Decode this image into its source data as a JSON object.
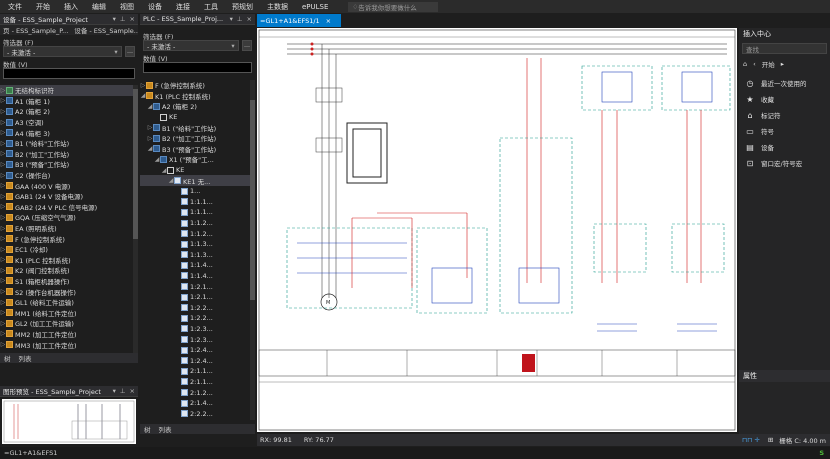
{
  "menu": {
    "items": [
      "文件",
      "开始",
      "插入",
      "编辑",
      "视图",
      "设备",
      "连接",
      "工具",
      "预规划",
      "主数据",
      "ePULSE"
    ],
    "search_placeholder": "告诉我你想要做什么"
  },
  "left_panel": {
    "title": "设备 - ESS_Sample_Project",
    "subtabs": [
      "页 - ESS_Sample_P...",
      "设备 - ESS_Sample..."
    ],
    "filter_label": "筛选器 (F)",
    "filter_value": "- 未激活 -",
    "value_label": "数值 (V)",
    "tree": [
      {
        "icon": "green",
        "label": "无结构标识符",
        "sel": true
      },
      {
        "icon": "blue",
        "label": "A1 (箱柜 1)"
      },
      {
        "icon": "blue",
        "label": "A2 (箱柜 2)"
      },
      {
        "icon": "blue",
        "label": "A3 (空调)"
      },
      {
        "icon": "blue",
        "label": "A4 (箱柜 3)"
      },
      {
        "icon": "blue",
        "label": "B1 (\"给料\"工作站)"
      },
      {
        "icon": "blue",
        "label": "B2 (\"加工\"工作站)"
      },
      {
        "icon": "blue",
        "label": "B3 (\"预备\"工作站)"
      },
      {
        "icon": "blue",
        "label": "C2 (操作台)"
      },
      {
        "icon": "orange",
        "label": "GAA (400 V 电源)"
      },
      {
        "icon": "orange",
        "label": "GAB1 (24 V 设备电源)"
      },
      {
        "icon": "orange",
        "label": "GAB2 (24 V PLC 信号电源)"
      },
      {
        "icon": "orange",
        "label": "GQA (压缩空气气源)"
      },
      {
        "icon": "orange",
        "label": "EA (照明系统)"
      },
      {
        "icon": "orange",
        "label": "F (急停控制系统)"
      },
      {
        "icon": "orange",
        "label": "EC1 (冷却)"
      },
      {
        "icon": "orange",
        "label": "K1 (PLC 控制系统)"
      },
      {
        "icon": "orange",
        "label": "K2 (阀门控制系统)"
      },
      {
        "icon": "orange",
        "label": "S1 (箱柜机器操作)"
      },
      {
        "icon": "orange",
        "label": "S2 (操作台机器操作)"
      },
      {
        "icon": "orange",
        "label": "GL1 (给料工件运输)"
      },
      {
        "icon": "orange",
        "label": "MM1 (给料工件定位)"
      },
      {
        "icon": "orange",
        "label": "GL2 (加工工件运输)"
      },
      {
        "icon": "orange",
        "label": "MM2 (加工工件定位)"
      },
      {
        "icon": "orange",
        "label": "MM3 (加工工件定位)"
      }
    ],
    "bottom_tabs": [
      "树",
      "列表"
    ]
  },
  "preview_panel": {
    "title": "图形预览 - ESS_Sample_Project"
  },
  "plc_panel": {
    "title": "PLC - ESS_Sample_Proj...",
    "filter_label": "筛选器 (F)",
    "filter_value": "- 未激活 -",
    "value_label": "数值 (V)",
    "tree": [
      {
        "indent": 0,
        "exp": "▷",
        "icon": "orange",
        "label": "F (急停控制系统)"
      },
      {
        "indent": 0,
        "exp": "◢",
        "icon": "orange",
        "label": "K1 (PLC 控制系统)"
      },
      {
        "indent": 1,
        "exp": "◢",
        "icon": "blue",
        "label": "A2 (箱柜 2)"
      },
      {
        "indent": 2,
        "exp": "",
        "icon": "frame",
        "label": "KE"
      },
      {
        "indent": 1,
        "exp": "▷",
        "icon": "blue",
        "label": "B1 (\"给料\"工作站)"
      },
      {
        "indent": 1,
        "exp": "▷",
        "icon": "blue",
        "label": "B2 (\"加工\"工作站)"
      },
      {
        "indent": 1,
        "exp": "◢",
        "icon": "blue",
        "label": "B3 (\"预备\"工作站)"
      },
      {
        "indent": 2,
        "exp": "◢",
        "icon": "blue",
        "label": "X1 (\"预备\"工..."
      },
      {
        "indent": 3,
        "exp": "◢",
        "icon": "frame",
        "label": "KE"
      },
      {
        "indent": 4,
        "exp": "◢",
        "icon": "page",
        "label": "KE1 无...",
        "sel": true
      },
      {
        "indent": 5,
        "exp": "",
        "icon": "page",
        "label": "1..."
      },
      {
        "indent": 5,
        "exp": "",
        "icon": "page",
        "label": "1:1.1..."
      },
      {
        "indent": 5,
        "exp": "",
        "icon": "page",
        "label": "1:1.1..."
      },
      {
        "indent": 5,
        "exp": "",
        "icon": "page",
        "label": "1:1.2..."
      },
      {
        "indent": 5,
        "exp": "",
        "icon": "page",
        "label": "1:1.2..."
      },
      {
        "indent": 5,
        "exp": "",
        "icon": "page",
        "label": "1:1.3..."
      },
      {
        "indent": 5,
        "exp": "",
        "icon": "page",
        "label": "1:1.3..."
      },
      {
        "indent": 5,
        "exp": "",
        "icon": "page",
        "label": "1:1.4..."
      },
      {
        "indent": 5,
        "exp": "",
        "icon": "page",
        "label": "1:1.4..."
      },
      {
        "indent": 5,
        "exp": "",
        "icon": "page",
        "label": "1:2.1..."
      },
      {
        "indent": 5,
        "exp": "",
        "icon": "page",
        "label": "1:2.1..."
      },
      {
        "indent": 5,
        "exp": "",
        "icon": "page",
        "label": "1:2.2..."
      },
      {
        "indent": 5,
        "exp": "",
        "icon": "page",
        "label": "1:2.2..."
      },
      {
        "indent": 5,
        "exp": "",
        "icon": "page",
        "label": "1:2.3..."
      },
      {
        "indent": 5,
        "exp": "",
        "icon": "page",
        "label": "1:2.3..."
      },
      {
        "indent": 5,
        "exp": "",
        "icon": "page",
        "label": "1:2.4..."
      },
      {
        "indent": 5,
        "exp": "",
        "icon": "page",
        "label": "1:2.4..."
      },
      {
        "indent": 5,
        "exp": "",
        "icon": "page",
        "label": "2:1.1..."
      },
      {
        "indent": 5,
        "exp": "",
        "icon": "page",
        "label": "2:1.1..."
      },
      {
        "indent": 5,
        "exp": "",
        "icon": "page",
        "label": "2:1.2..."
      },
      {
        "indent": 5,
        "exp": "",
        "icon": "page",
        "label": "2:1.4..."
      },
      {
        "indent": 5,
        "exp": "",
        "icon": "page",
        "label": "2:2.2..."
      }
    ],
    "bottom_tabs": [
      "树",
      "列表"
    ]
  },
  "document": {
    "tab_label": "=GL1+A1&EFS1/1",
    "tab_close": "×"
  },
  "status": {
    "rx": "RX: 99.81",
    "ry": "RY: 76.77",
    "grid": "栅格 C: 4.00 m"
  },
  "insert_center": {
    "title": "插入中心",
    "search_placeholder": "查找",
    "start_label": "开始",
    "items": [
      {
        "icon": "clock-icon",
        "glyph": "◷",
        "label": "最近一次使用的"
      },
      {
        "icon": "star-icon",
        "glyph": "★",
        "label": "收藏"
      },
      {
        "icon": "tag-icon",
        "glyph": "⌂",
        "label": "标记符"
      },
      {
        "icon": "symbol-icon",
        "glyph": "▭",
        "label": "符号"
      },
      {
        "icon": "device-icon",
        "glyph": "▤",
        "label": "设备"
      },
      {
        "icon": "macro-icon",
        "glyph": "⊡",
        "label": "窗口宏/符号宏"
      }
    ],
    "properties_title": "属性"
  },
  "footer": {
    "text": "=GL1+A1&EFS1"
  },
  "colors": {
    "accent": "#007acc",
    "wire_red": "#d11a1a",
    "wire_blue": "#2244bb",
    "box_teal": "#1a9a8a"
  }
}
